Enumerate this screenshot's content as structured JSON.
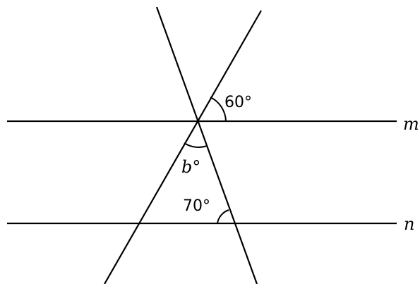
{
  "diagram": {
    "line_labels": {
      "top": "m",
      "bottom": "n"
    },
    "angles": {
      "top_right": "60°",
      "middle_variable": "b",
      "middle_degree": "°",
      "bottom": "70°"
    }
  }
}
